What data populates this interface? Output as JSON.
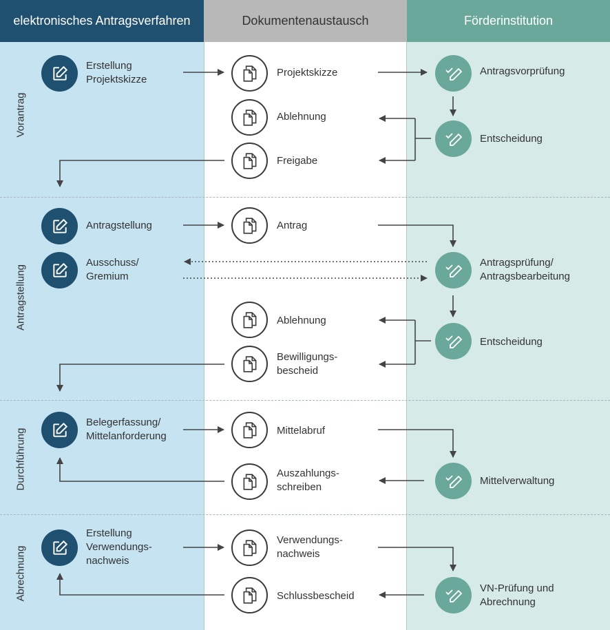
{
  "columns": {
    "left": "elektronisches Antragsverfahren",
    "mid": "Dokumentenaustausch",
    "right": "Förderinstitution"
  },
  "phases": [
    "Vorantrag",
    "Antragstellung",
    "Durchführung",
    "Abrechnung"
  ],
  "icons": {
    "applicant": "edit-icon",
    "document": "document-icon",
    "institution": "approve-icon"
  },
  "nodes": {
    "erstellung_projektskizze": "Erstellung\nProjektskizze",
    "projektskizze": "Projektskizze",
    "antragsvorpruefung": "Antragsvorprüfung",
    "ablehnung_1": "Ablehnung",
    "entscheidung_1": "Entscheidung",
    "freigabe": "Freigabe",
    "antragstellung": "Antragstellung",
    "antrag": "Antrag",
    "ausschuss": "Ausschuss/\nGremium",
    "antragspruefung": "Antragsprüfung/\nAntragsbearbeitung",
    "ablehnung_2": "Ablehnung",
    "entscheidung_2": "Entscheidung",
    "bewilligungsbescheid": "Bewilligungs-\nbescheid",
    "belegerfassung": "Belegerfassung/\nMittelanforderung",
    "mittelabruf": "Mittelabruf",
    "auszahlungsschreiben": "Auszahlungs-\nschreiben",
    "mittelverwaltung": "Mittelverwaltung",
    "erstellung_vn": "Erstellung\nVerwendungs-\nnachweis",
    "verwendungsnachweis": "Verwendungs-\nnachweis",
    "schlussbescheid": "Schlussbescheid",
    "vn_pruefung": "VN-Prüfung und\nAbrechnung"
  },
  "colors": {
    "applicant": "#1f5070",
    "institution": "#6aa89c",
    "document_border": "#3a3a3a"
  }
}
